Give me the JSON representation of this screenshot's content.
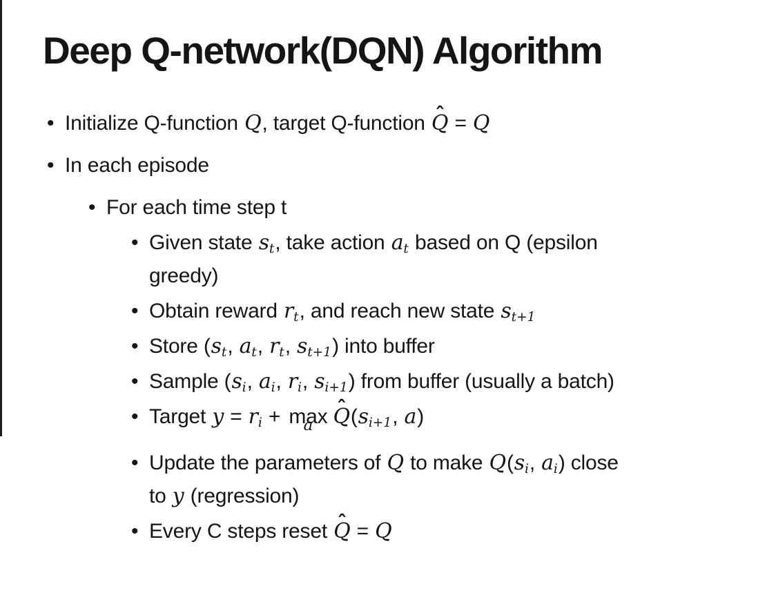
{
  "glyphs": {
    "bullet": "•",
    "hat": "ˆ"
  },
  "colors": {
    "text": "#151515",
    "background": "#ffffff",
    "edge_line": "#1c1c1c"
  },
  "slide": {
    "title": "Deep Q-network(DQN) Algorithm",
    "bullets": [
      {
        "level": 1,
        "segments": [
          {
            "t": "Initialize Q-function "
          },
          {
            "m": "Q"
          },
          {
            "t": ", target Q-function "
          },
          {
            "m": "Q",
            "hat": true
          },
          {
            "t": " = "
          },
          {
            "m": "Q"
          }
        ]
      },
      {
        "level": 1,
        "segments": [
          {
            "t": "In each episode"
          }
        ]
      },
      {
        "level": 2,
        "segments": [
          {
            "t": "For each time step t"
          }
        ]
      },
      {
        "level": 3,
        "segments": [
          {
            "t": "Given state "
          },
          {
            "m": "s",
            "sub": "t"
          },
          {
            "t": ", take action "
          },
          {
            "m": "a",
            "sub": "t"
          },
          {
            "t": " based on Q (epsilon"
          },
          {
            "br": true
          },
          {
            "t": "greedy)"
          }
        ]
      },
      {
        "level": 3,
        "segments": [
          {
            "t": "Obtain reward "
          },
          {
            "m": "r",
            "sub": "t"
          },
          {
            "t": ", and reach new state "
          },
          {
            "m": "s",
            "sub": "t+1"
          }
        ]
      },
      {
        "level": 3,
        "segments": [
          {
            "t": "Store ("
          },
          {
            "m": "s",
            "sub": "t"
          },
          {
            "t": ", "
          },
          {
            "m": "a",
            "sub": "t"
          },
          {
            "t": ", "
          },
          {
            "m": "r",
            "sub": "t"
          },
          {
            "t": ", "
          },
          {
            "m": "s",
            "sub": "t+1"
          },
          {
            "t": ") into buffer"
          }
        ]
      },
      {
        "level": 3,
        "segments": [
          {
            "t": "Sample ("
          },
          {
            "m": "s",
            "sub": "i"
          },
          {
            "t": ", "
          },
          {
            "m": "a",
            "sub": "i"
          },
          {
            "t": ", "
          },
          {
            "m": "r",
            "sub": "i"
          },
          {
            "t": ", "
          },
          {
            "m": "s",
            "sub": "i+1"
          },
          {
            "t": ") from buffer (usually a batch)"
          }
        ]
      },
      {
        "level": 3,
        "segments": [
          {
            "t": "Target "
          },
          {
            "m": "y"
          },
          {
            "t": " = "
          },
          {
            "m": "r",
            "sub": "i"
          },
          {
            "t": " + "
          },
          {
            "op": "max",
            "under": "a"
          },
          {
            "m": "Q",
            "hat": true
          },
          {
            "t": "("
          },
          {
            "m": "s",
            "sub": "i+1"
          },
          {
            "t": ", "
          },
          {
            "m": "a"
          },
          {
            "t": ")"
          }
        ]
      },
      {
        "level": 3,
        "segments": [
          {
            "t": "Update the parameters of "
          },
          {
            "m": "Q"
          },
          {
            "t": " to make "
          },
          {
            "m": "Q"
          },
          {
            "t": "("
          },
          {
            "m": "s",
            "sub": "i"
          },
          {
            "t": ", "
          },
          {
            "m": "a",
            "sub": "i"
          },
          {
            "t": ") close"
          },
          {
            "br": true
          },
          {
            "t": "to "
          },
          {
            "m": "y"
          },
          {
            "t": " (regression)"
          }
        ]
      },
      {
        "level": 3,
        "segments": [
          {
            "t": "Every C steps reset "
          },
          {
            "m": "Q",
            "hat": true
          },
          {
            "t": " = "
          },
          {
            "m": "Q"
          }
        ]
      }
    ]
  }
}
